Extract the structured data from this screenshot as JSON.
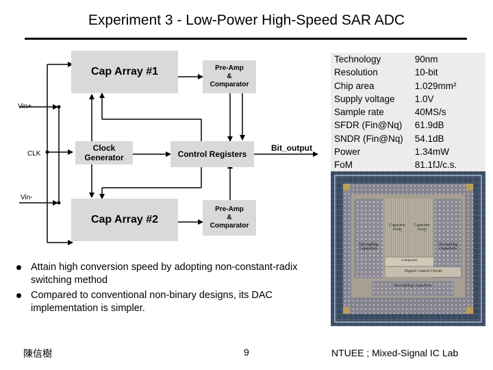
{
  "title": "Experiment 3 - Low-Power High-Speed SAR ADC",
  "diagram": {
    "cap_array_1": "Cap Array #1",
    "cap_array_2": "Cap Array #2",
    "preamp_line1": "Pre-Amp",
    "preamp_line2": "&",
    "preamp_line3": "Comparator",
    "clock_line1": "Clock",
    "clock_line2": "Generator",
    "control_registers": "Control Registers",
    "bit_output": "Bit_output",
    "vin_plus": "Vin+",
    "clk": "CLK",
    "vin_minus": "Vin-"
  },
  "specs": [
    {
      "label": "Technology",
      "value": "90nm"
    },
    {
      "label": "Resolution",
      "value": "10-bit"
    },
    {
      "label": "Chip area",
      "value": "1.029mm²"
    },
    {
      "label": "Supply voltage",
      "value": "1.0V"
    },
    {
      "label": "Sample rate",
      "value": "40MS/s"
    },
    {
      "label": "SFDR (Fin@Nq)",
      "value": "61.9dB"
    },
    {
      "label": "SNDR (Fin@Nq)",
      "value": "54.1dB"
    },
    {
      "label": "Power",
      "value": "1.34mW"
    },
    {
      "label": "FoM",
      "value": "81.1fJ/c.s."
    }
  ],
  "die_photo": {
    "cap_left": "Capacitor Array",
    "cap_right": "Capacitor Array",
    "decap_left": "Decoupling Capacitors",
    "decap_right": "Decoupling Capacitors",
    "comparator": "Comparator",
    "digital": "Digital Control Circuit",
    "decap_bottom": "Decoupling Capacitors"
  },
  "bullets": [
    "Attain high conversion speed by adopting non-constant-radix switching method",
    "Compared to conventional non-binary designs, its DAC implementation is simpler."
  ],
  "footer": {
    "author": "陳信樹",
    "page": "9",
    "lab": "NTUEE ; Mixed-Signal IC Lab"
  }
}
